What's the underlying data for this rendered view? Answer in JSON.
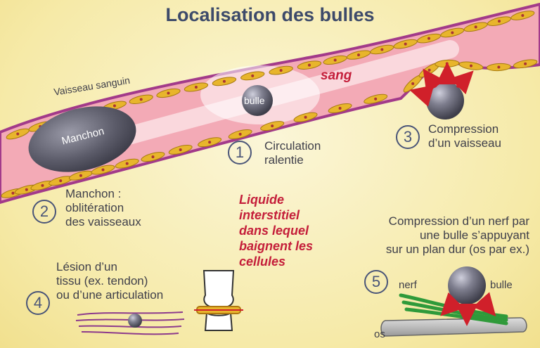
{
  "title": "Localisation des bulles",
  "labels": {
    "vessel": "Vaisseau sanguin",
    "blood": "sang",
    "bubble": "bulle",
    "sleeve": "Manchon",
    "interstitial": [
      "Liquide",
      "interstitiel",
      "dans lequel",
      "baignent les",
      "cellules"
    ],
    "nerve": "nerf",
    "bubble2": "bulle",
    "bone": "os"
  },
  "items": [
    {
      "number": "1",
      "lines": [
        "Circulation",
        "ralentie"
      ]
    },
    {
      "number": "2",
      "lines": [
        "Manchon :",
        "oblitération",
        "des vaisseaux"
      ]
    },
    {
      "number": "3",
      "lines": [
        "Compression",
        "d’un vaisseau"
      ]
    },
    {
      "number": "4",
      "lines": [
        "Lésion d’un",
        "tissu (ex. tendon)",
        "ou d’une articulation"
      ]
    },
    {
      "number": "5",
      "lines": [
        "Compression d’un nerf par",
        "une bulle s’appuyant",
        "sur un plan dur (os par ex.)"
      ]
    }
  ],
  "colors": {
    "background": "#f6eaa8",
    "vessel_wall": "#a23a8a",
    "vessel_inside": "#f3aab6",
    "cells": "#e8b52c",
    "bubble": "#6a6a78",
    "arrows": "#d0202a",
    "nerve": "#2f9a3a",
    "title": "#3d4a6a",
    "accent_red": "#c41e3a"
  }
}
